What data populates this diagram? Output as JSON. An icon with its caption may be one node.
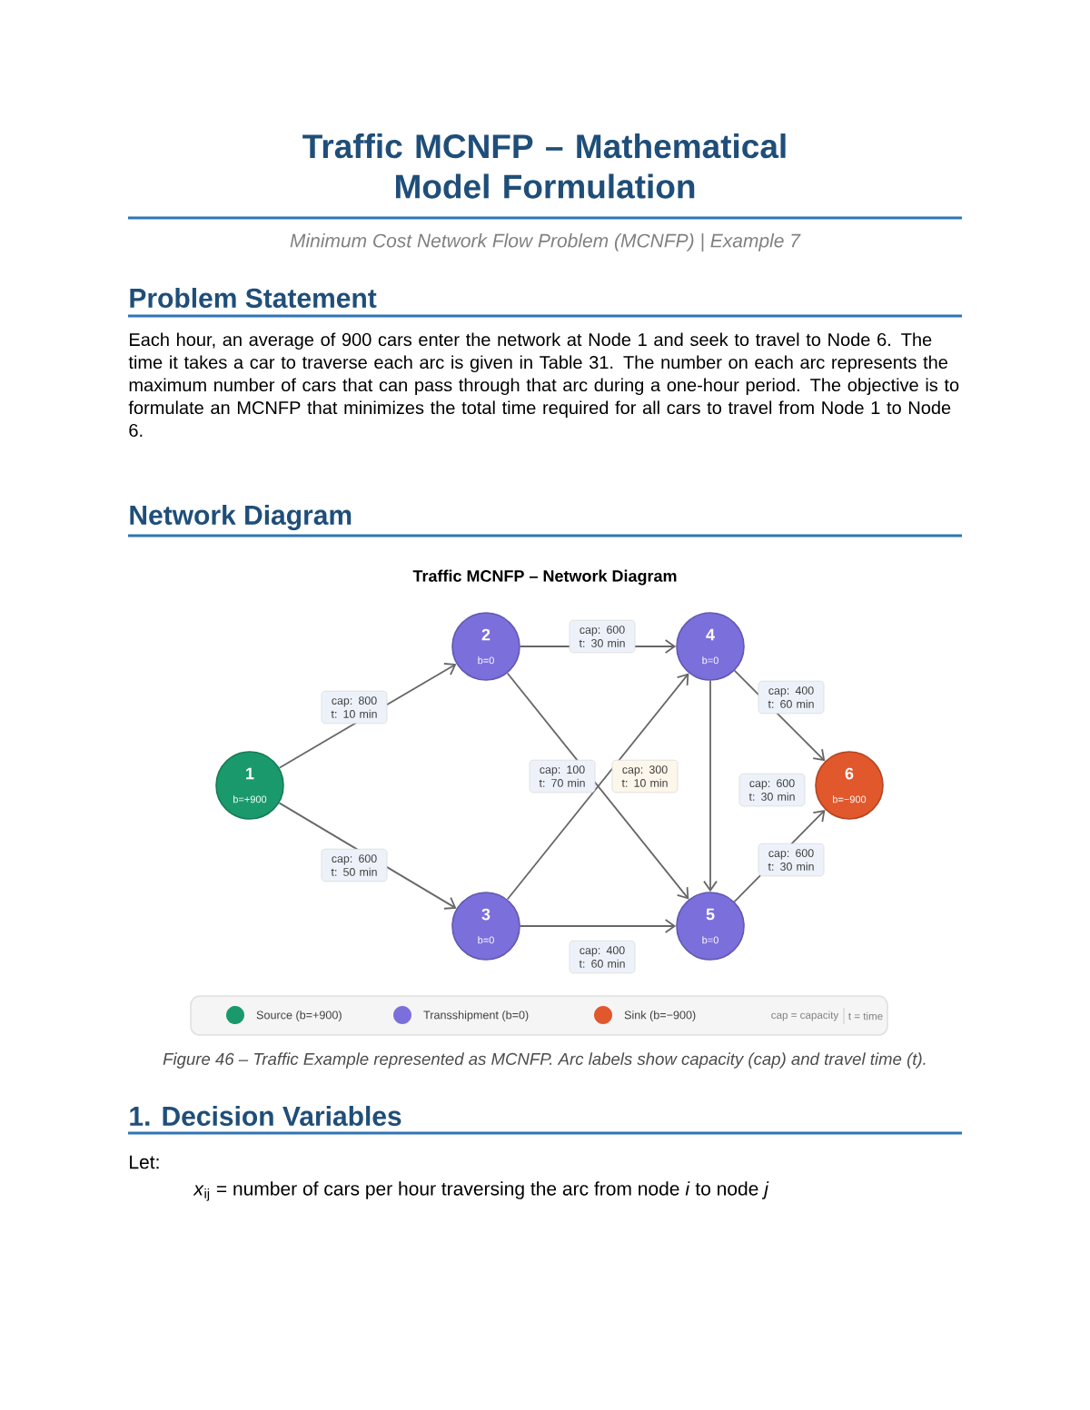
{
  "diagram": {
    "title": "Traffic MCNFP – Mathematical Model Formulation",
    "caption": "Figure 46 – Traffic Example represented as MCNFP. Arc labels show capacity (cap) and travel time (t).",
    "nodes": [
      {
        "text": [
          "1",
          "b=+900"
        ]
      },
      {
        "text": [
          "2",
          "b=0"
        ]
      },
      {
        "text": [
          "3",
          "b=0"
        ]
      },
      {
        "text": [
          "4",
          "b=0"
        ]
      },
      {
        "text": [
          "5",
          "b=0"
        ]
      },
      {
        "text": [
          "6",
          "b=−900"
        ]
      }
    ],
    "edges": [
      {
        "from": 0,
        "to": 1,
        "arrow": "to",
        "label": "cap: 800 t: 10 min"
      },
      {
        "from": 0,
        "to": 2,
        "arrow": "to",
        "label": "cap: 600 t: 50 min"
      },
      {
        "from": 1,
        "to": 3,
        "arrow": "to",
        "label": "cap: 600 t: 30 min"
      },
      {
        "from": 1,
        "to": 4,
        "arrow": "to",
        "label": "cap: 100 t: 70 min"
      },
      {
        "from": 2,
        "to": 3,
        "arrow": "to",
        "label": "cap: 300 t: 10 min"
      },
      {
        "from": 2,
        "to": 4,
        "arrow": "to",
        "label": "cap: 400 t: 60 min"
      },
      {
        "from": 3,
        "to": 4,
        "arrow": "to",
        "label": "cap: 600 t: 30 min"
      },
      {
        "from": 3,
        "to": 5,
        "arrow": "to",
        "label": "cap: 400 t: 60 min"
      },
      {
        "from": 4,
        "to": 5,
        "arrow": "to",
        "label": "cap: 600 t: 30 min"
      }
    ],
    "labels": [
      "Minimum Cost Network Flow Problem (MCNFP) | Example 7",
      "Problem Statement",
      "Each hour, an average of 900 cars enter the network at Node 1 and seek to travel to Node 6. The time it takes a car to traverse each arc is given in Table 31. The number on each arc represents the maximum number of cars that can pass through that arc during a one-hour period. The objective is to formulate an MCNFP that minimizes the total time required for all cars to travel from Node 1 to Node 6.",
      "Network Diagram",
      "Traffic MCNFP – Network Diagram",
      "cap = capacity",
      "t = time",
      "1. Decision Variables",
      "Let:",
      "*x*$_{ij}$ = number of cars per hour traversing the arc from node *i* to node *j*"
    ],
    "legend": [
      {
        "text": "Source (b=+900)",
        "color": "#1a9a6c"
      },
      {
        "text": "Transshipment (b=0)",
        "color": "#7b6fdc"
      },
      {
        "text": "Sink (b=−900)",
        "color": "#e0582c"
      }
    ]
  }
}
